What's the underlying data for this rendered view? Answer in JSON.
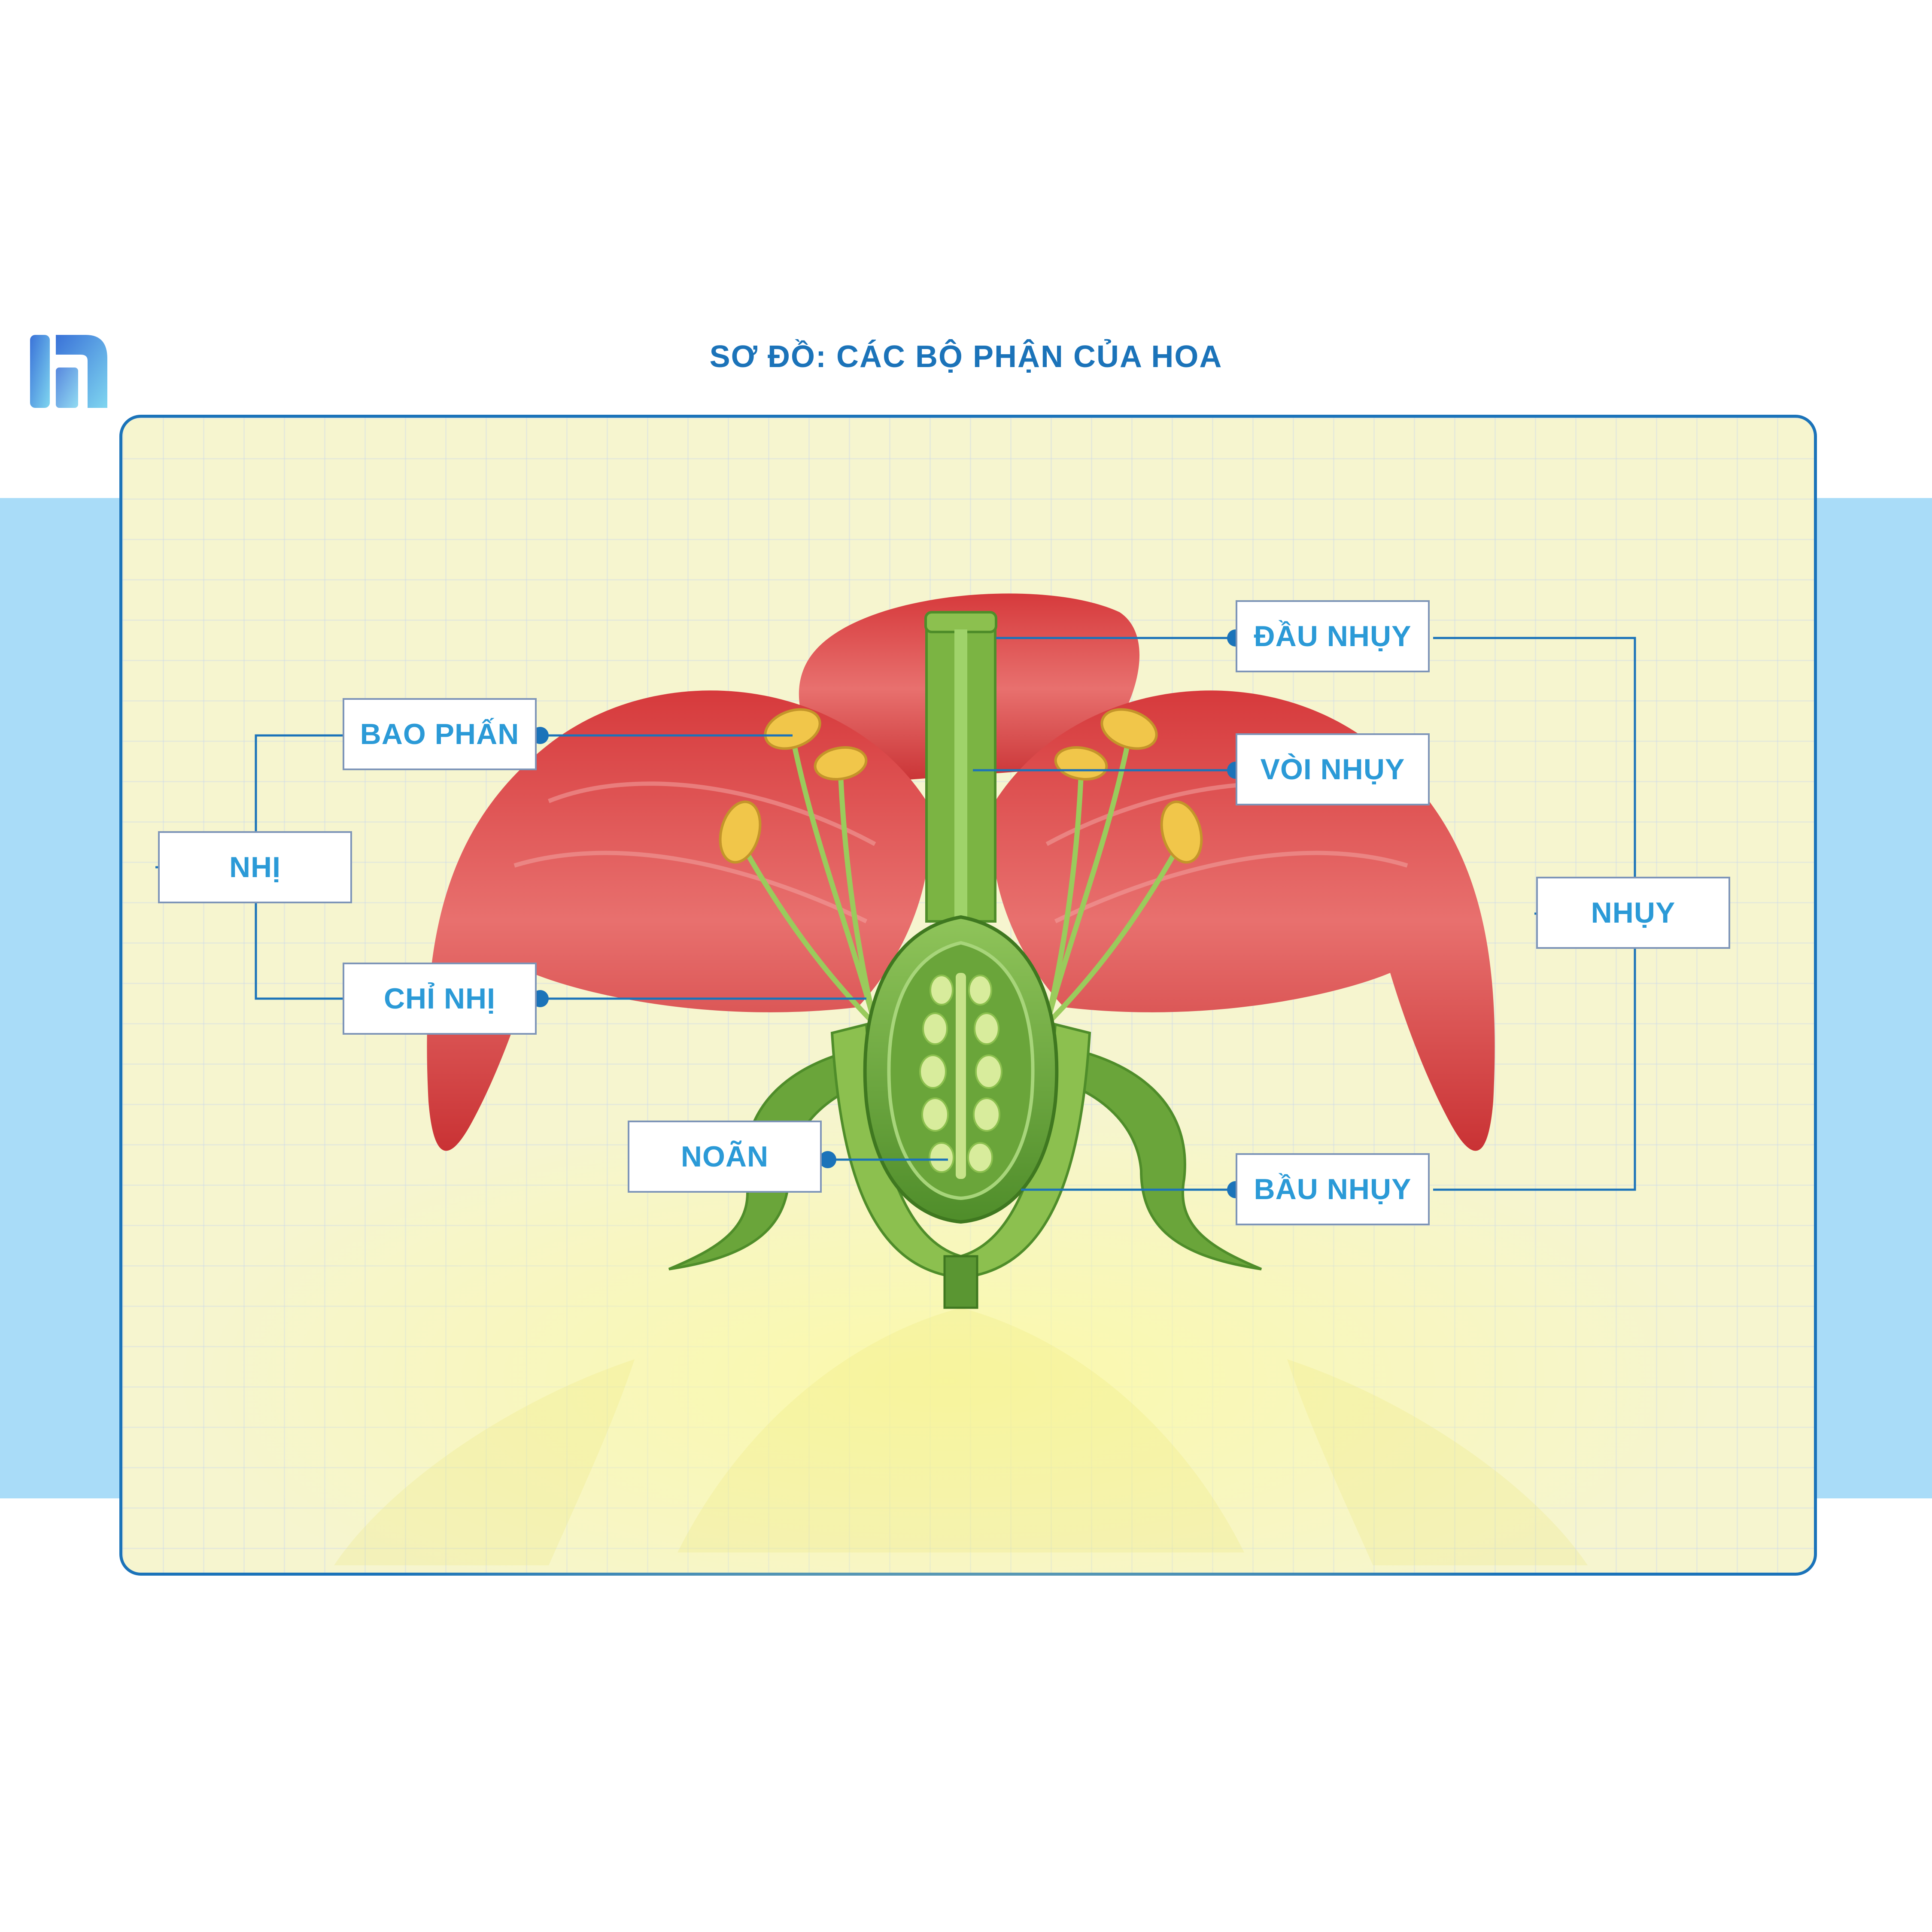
{
  "header": {
    "title": "SƠ ĐỒ: CÁC BỘ PHẬN CỦA HOA"
  },
  "labels": {
    "nhi": "NHỊ",
    "bao_phan": "BAO PHẤN",
    "chi_nhi": "CHỈ NHỊ",
    "noan": "NOÃN",
    "dau_nhuy": "ĐẦU NHỤY",
    "voi_nhuy": "VÒI NHỤY",
    "bau_nhuy": "BẦU NHỤY",
    "nhuy": "NHỤY"
  },
  "colors": {
    "accent": "#1b73b9",
    "label_text": "#2b9ad7",
    "band": "#a9dcf8",
    "panel": "#f6f5cf",
    "petal": "#e0494a",
    "green": "#6aa53a",
    "anther": "#f1c64a"
  },
  "icons": {
    "logo": "brand-logo-icon"
  }
}
